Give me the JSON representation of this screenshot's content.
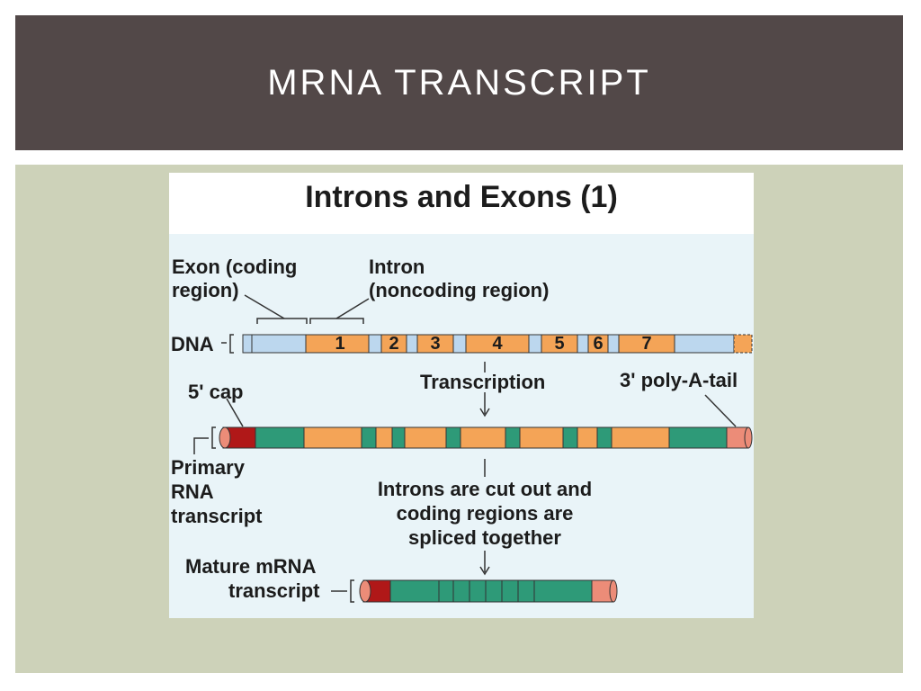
{
  "slide": {
    "title": "MRNA TRANSCRIPT"
  },
  "figure": {
    "title": "Introns and Exons (1)",
    "labels": {
      "exon": "Exon (coding",
      "exon2": "region)",
      "intron": "Intron",
      "intron2": "(noncoding region)",
      "dna": "DNA",
      "transcription": "Transcription",
      "cap": "5' cap",
      "polya": "3' poly-A-tail",
      "primary1": "Primary",
      "primary2": "RNA",
      "primary3": "transcript",
      "cut1": "Introns are cut out and",
      "cut2": "coding regions are",
      "cut3": "spliced together",
      "mature1": "Mature mRNA",
      "mature2": "transcript"
    },
    "intron_numbers": [
      "1",
      "2",
      "3",
      "4",
      "5",
      "6",
      "7"
    ],
    "colors": {
      "exon_dna": "#bcd7ee",
      "intron": "#f4a457",
      "coding_rna": "#2e9a78",
      "cap": "#b01818",
      "tail": "#ec8c78"
    }
  }
}
